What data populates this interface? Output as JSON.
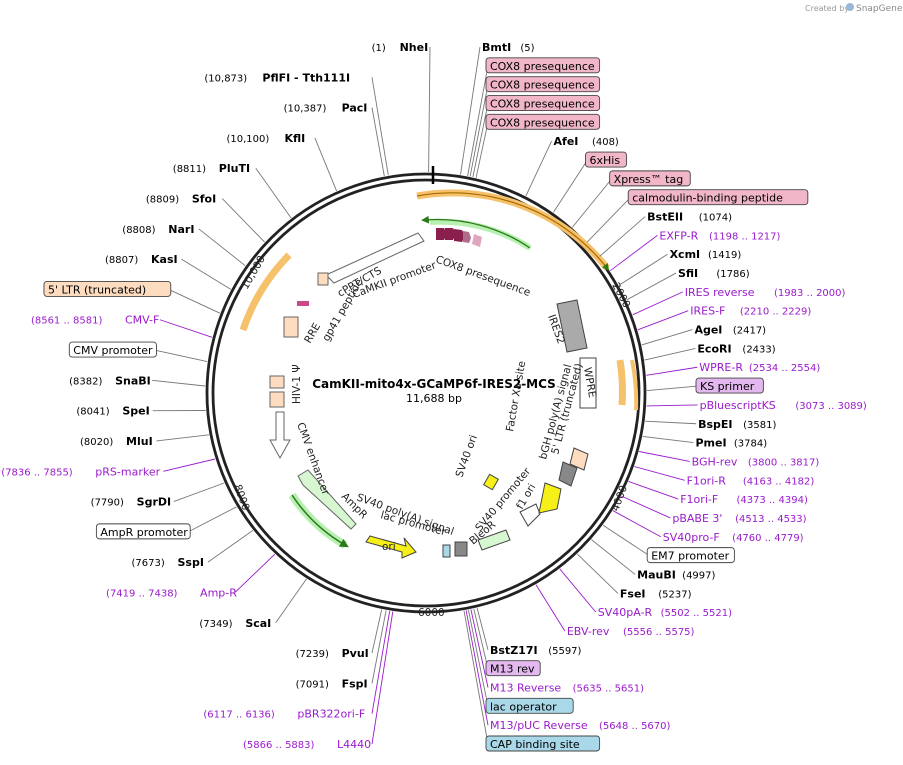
{
  "credit": {
    "text": "Created by",
    "brand": "SnapGene"
  },
  "plasmid": {
    "name": "CamKII-mito4x-GCaMP6f-IRES2-MCS",
    "size": "11,688 bp"
  },
  "ticks": [
    "2000",
    "4000",
    "6000",
    "8000",
    "10,000"
  ],
  "labels_right": [
    {
      "kind": "enzyme",
      "name": "BmtI",
      "pos": "(5)"
    },
    {
      "kind": "feature",
      "name": "COX8 presequence",
      "color": "#f1b6c8"
    },
    {
      "kind": "feature",
      "name": "COX8 presequence",
      "color": "#f1b6c8"
    },
    {
      "kind": "feature",
      "name": "COX8 presequence",
      "color": "#f1b6c8"
    },
    {
      "kind": "feature",
      "name": "COX8 presequence",
      "color": "#f1b6c8"
    },
    {
      "kind": "enzyme",
      "name": "AfeI",
      "pos": "(408)"
    },
    {
      "kind": "feature",
      "name": "6xHis",
      "color": "#f1b6c8"
    },
    {
      "kind": "feature",
      "name": "Xpress™ tag",
      "color": "#f1b6c8"
    },
    {
      "kind": "feature",
      "name": "calmodulin-binding peptide",
      "color": "#f1b6c8"
    },
    {
      "kind": "enzyme",
      "name": "BstEII",
      "pos": "(1074)"
    },
    {
      "kind": "primer",
      "name": "EXFP-R",
      "pos": "(1198 .. 1217)"
    },
    {
      "kind": "enzyme",
      "name": "XcmI",
      "pos": "(1419)"
    },
    {
      "kind": "enzyme",
      "name": "SfiI",
      "pos": "(1786)"
    },
    {
      "kind": "primer",
      "name": "IRES reverse",
      "pos": "(1983 .. 2000)"
    },
    {
      "kind": "primer",
      "name": "IRES-F",
      "pos": "(2210 .. 2229)"
    },
    {
      "kind": "enzyme",
      "name": "AgeI",
      "pos": "(2417)"
    },
    {
      "kind": "enzyme",
      "name": "EcoRI",
      "pos": "(2433)"
    },
    {
      "kind": "primer",
      "name": "WPRE-R",
      "pos": "(2534 .. 2554)"
    },
    {
      "kind": "feature",
      "name": "KS primer",
      "color": "#e3b8ee"
    },
    {
      "kind": "primer",
      "name": "pBluescriptKS",
      "pos": "(3073 .. 3089)"
    },
    {
      "kind": "enzyme",
      "name": "BspEI",
      "pos": "(3581)"
    },
    {
      "kind": "enzyme",
      "name": "PmeI",
      "pos": "(3784)"
    },
    {
      "kind": "primer",
      "name": "BGH-rev",
      "pos": "(3800 .. 3817)"
    },
    {
      "kind": "primer",
      "name": "F1ori-R",
      "pos": "(4163 .. 4182)"
    },
    {
      "kind": "primer",
      "name": "F1ori-F",
      "pos": "(4373 .. 4394)"
    },
    {
      "kind": "primer",
      "name": "pBABE 3'",
      "pos": "(4513 .. 4533)"
    },
    {
      "kind": "primer",
      "name": "SV40pro-F",
      "pos": "(4760 .. 4779)"
    },
    {
      "kind": "feature",
      "name": "EM7 promoter",
      "color": "#ffffff"
    },
    {
      "kind": "enzyme",
      "name": "MauBI",
      "pos": "(4997)"
    },
    {
      "kind": "enzyme",
      "name": "FseI",
      "pos": "(5237)"
    },
    {
      "kind": "primer",
      "name": "SV40pA-R",
      "pos": "(5502 .. 5521)"
    },
    {
      "kind": "primer",
      "name": "EBV-rev",
      "pos": "(5556 .. 5575)"
    },
    {
      "kind": "enzyme",
      "name": "BstZ17I",
      "pos": "(5597)"
    },
    {
      "kind": "feature",
      "name": "M13 rev",
      "color": "#e3b8ee"
    },
    {
      "kind": "primer",
      "name": "M13 Reverse",
      "pos": "(5635 .. 5651)"
    },
    {
      "kind": "feature",
      "name": "lac operator",
      "color": "#a9d8e8"
    },
    {
      "kind": "primer",
      "name": "M13/pUC Reverse",
      "pos": "(5648 .. 5670)"
    },
    {
      "kind": "feature",
      "name": "CAP binding site",
      "color": "#a9d8e8"
    }
  ],
  "labels_left": [
    {
      "kind": "enzyme",
      "name": "NheI",
      "pos": "(1)"
    },
    {
      "kind": "enzyme",
      "name": "PflFI  - Tth111I",
      "pos": "(10,873)"
    },
    {
      "kind": "enzyme",
      "name": "PacI",
      "pos": "(10,387)"
    },
    {
      "kind": "enzyme",
      "name": "KflI",
      "pos": "(10,100)"
    },
    {
      "kind": "enzyme",
      "name": "PluTI",
      "pos": "(8811)"
    },
    {
      "kind": "enzyme",
      "name": "SfoI",
      "pos": "(8809)"
    },
    {
      "kind": "enzyme",
      "name": "NarI",
      "pos": "(8808)"
    },
    {
      "kind": "enzyme",
      "name": "KasI",
      "pos": "(8807)"
    },
    {
      "kind": "feature",
      "name": "5' LTR (truncated)",
      "color": "#fddcc0"
    },
    {
      "kind": "primer",
      "name": "CMV-F",
      "pos": "(8561 .. 8581)"
    },
    {
      "kind": "feature",
      "name": "CMV promoter",
      "color": "#ffffff"
    },
    {
      "kind": "enzyme",
      "name": "SnaBI",
      "pos": "(8382)"
    },
    {
      "kind": "enzyme",
      "name": "SpeI",
      "pos": "(8041)"
    },
    {
      "kind": "enzyme",
      "name": "MluI",
      "pos": "(8020)"
    },
    {
      "kind": "primer",
      "name": "pRS-marker",
      "pos": "(7836 .. 7855)"
    },
    {
      "kind": "enzyme",
      "name": "SgrDI",
      "pos": "(7790)"
    },
    {
      "kind": "feature",
      "name": "AmpR promoter",
      "color": "#ffffff"
    },
    {
      "kind": "enzyme",
      "name": "SspI",
      "pos": "(7673)"
    },
    {
      "kind": "primer",
      "name": "Amp-R",
      "pos": "(7419 .. 7438)"
    },
    {
      "kind": "enzyme",
      "name": "ScaI",
      "pos": "(7349)"
    },
    {
      "kind": "enzyme",
      "name": "PvuI",
      "pos": "(7239)"
    },
    {
      "kind": "enzyme",
      "name": "FspI",
      "pos": "(7091)"
    },
    {
      "kind": "primer",
      "name": "pBR322ori-F",
      "pos": "(6117 .. 6136)"
    },
    {
      "kind": "primer",
      "name": "L4440",
      "pos": "(5866 .. 5883)"
    }
  ],
  "inner": [
    "COX8 presequence",
    "cPPT/CTS",
    "CaMKII promoter",
    "RRE",
    "gp41 peptide",
    "HIV-1 Ψ",
    "CMV enhancer",
    "AmpR",
    "SV40 poly(A) signal",
    "lac promoter",
    "ori",
    "SV40 ori",
    "SV40 promoter",
    "BleoR",
    "f1 ori",
    "5' LTR (truncated)",
    "bGH poly(A) signal",
    "Factor Xa site",
    "WPRE",
    "IRES2"
  ]
}
